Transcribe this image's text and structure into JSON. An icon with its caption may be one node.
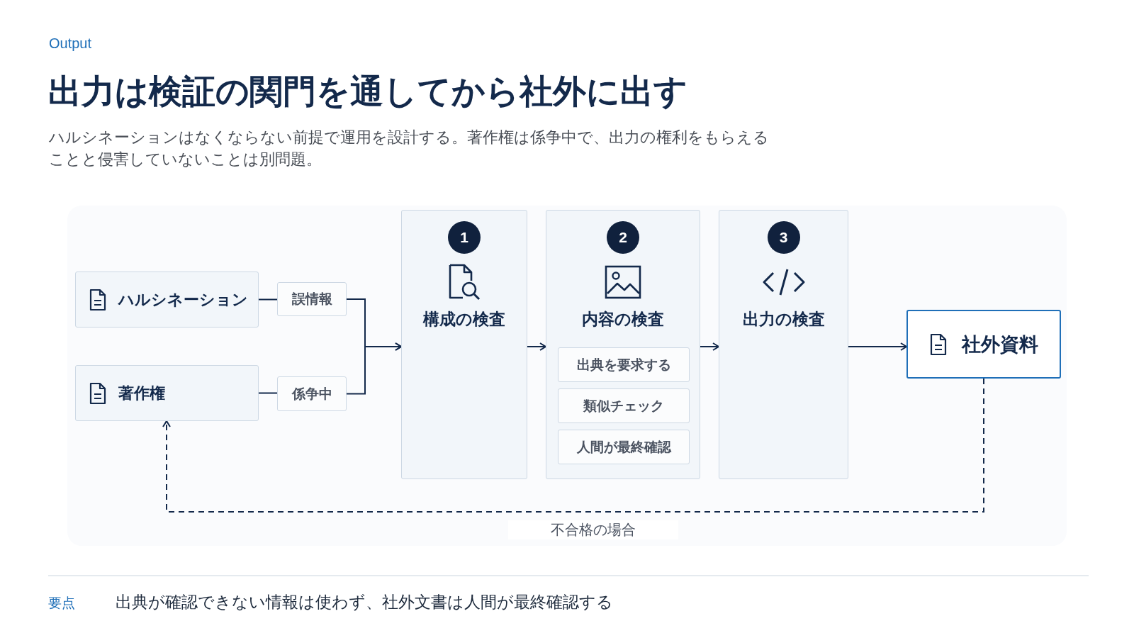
{
  "diagram": {
    "title": "出力は検証の関門を通してから社外に出す",
    "nodes": [
      {
        "text": [
          "ハルシネーション"
        ]
      },
      {
        "text": [
          "誤情報"
        ]
      },
      {
        "text": [
          "著作権"
        ]
      },
      {
        "text": [
          "係争中"
        ]
      },
      {
        "text": [
          "1",
          "構成の検査"
        ]
      },
      {
        "text": [
          "2",
          "内容の検査"
        ]
      },
      {
        "text": [
          "出典を要求する"
        ],
        "in": 5
      },
      {
        "text": [
          "類似チェック"
        ],
        "in": 5
      },
      {
        "text": [
          "人間が最終確認"
        ],
        "in": 5
      },
      {
        "text": [
          "3",
          "出力の検査"
        ]
      },
      {
        "text": [
          "社外資料"
        ]
      }
    ],
    "edges": [
      {
        "from": 0,
        "to": 1,
        "arrow": "none"
      },
      {
        "from": 2,
        "to": 3,
        "arrow": "none"
      },
      {
        "from": 1,
        "to": 4,
        "arrow": "to"
      },
      {
        "from": 3,
        "to": 4,
        "arrow": "to"
      },
      {
        "from": 4,
        "to": 5,
        "arrow": "to"
      },
      {
        "from": 5,
        "to": 9,
        "arrow": "to"
      },
      {
        "from": 9,
        "to": 10,
        "arrow": "to"
      },
      {
        "from": 10,
        "to": 2,
        "arrow": "to",
        "style": "dashed",
        "label": "不合格の場合"
      }
    ],
    "labels": [
      "Output",
      "ハルシネーションはなくならない前提で運用を設計する。著作権は係争中で、出力の権利をもらえることと侵害していないことは別問題。",
      "要点",
      "出典が確認できない情報は使わず、社外文書は人間が最終確認する"
    ]
  }
}
